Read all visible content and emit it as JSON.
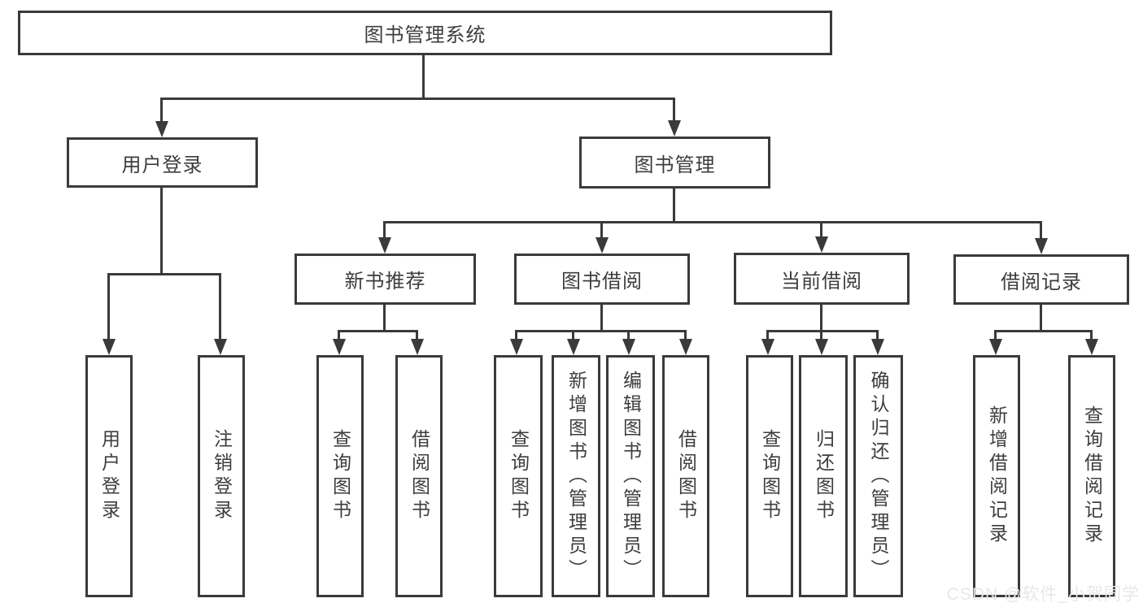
{
  "tree": {
    "root": {
      "label": "图书管理系统"
    },
    "level2": [
      {
        "label": "用户登录"
      },
      {
        "label": "图书管理"
      }
    ],
    "level3": [
      {
        "label": "新书推荐"
      },
      {
        "label": "图书借阅"
      },
      {
        "label": "当前借阅"
      },
      {
        "label": "借阅记录"
      }
    ],
    "leaves": {
      "user_login": [
        {
          "label": "用户登录"
        },
        {
          "label": "注销登录"
        }
      ],
      "new_book": [
        {
          "label": "查询图书"
        },
        {
          "label": "借阅图书"
        }
      ],
      "borrow": [
        {
          "label": "查询图书"
        },
        {
          "label": "新增图书（管理员）"
        },
        {
          "label": "编辑图书（管理员）"
        },
        {
          "label": "借阅图书"
        }
      ],
      "current": [
        {
          "label": "查询图书"
        },
        {
          "label": "归还图书"
        },
        {
          "label": "确认归还（管理员）"
        }
      ],
      "records": [
        {
          "label": "新增借阅记录"
        },
        {
          "label": "查询借阅记录"
        }
      ]
    }
  },
  "watermark": "CSDN @软件_小贺同学",
  "colors": {
    "line": "#3a3a3a",
    "text": "#3d3d3d",
    "watermark": "#e9e7e9",
    "background": "#ffffff"
  }
}
